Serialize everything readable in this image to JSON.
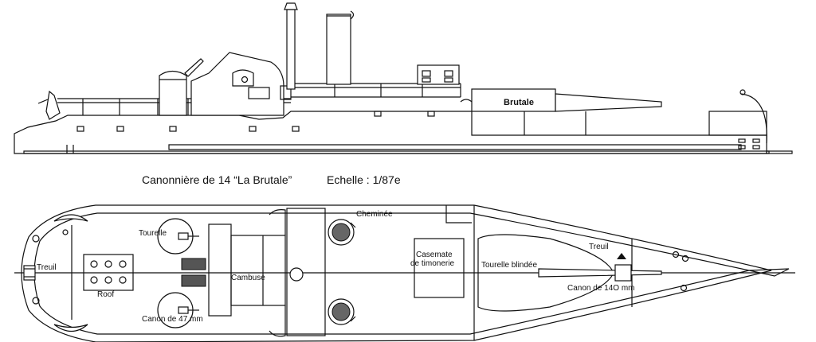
{
  "caption": {
    "title": "Canonnière de 14  “La Brutale”",
    "scale": "Echelle : 1/87e"
  },
  "side_view": {
    "barrel_name": "Brutale"
  },
  "plan_labels": {
    "cheminee": "Cheminée",
    "tourelle": "Tourelle",
    "treuil_bow": "Treuil",
    "treuil_stern": "Treuil",
    "roof": "Roof",
    "cambuse": "Cambuse",
    "canon47": "Canon de 47 mm",
    "casemate_line1": "Casemate",
    "casemate_line2": "de timonerie",
    "tourelle_blindee": "Tourelle blindée",
    "canon140": "Canon de 14O mm"
  },
  "colors": {
    "ink": "#111111",
    "background": "#ffffff"
  }
}
